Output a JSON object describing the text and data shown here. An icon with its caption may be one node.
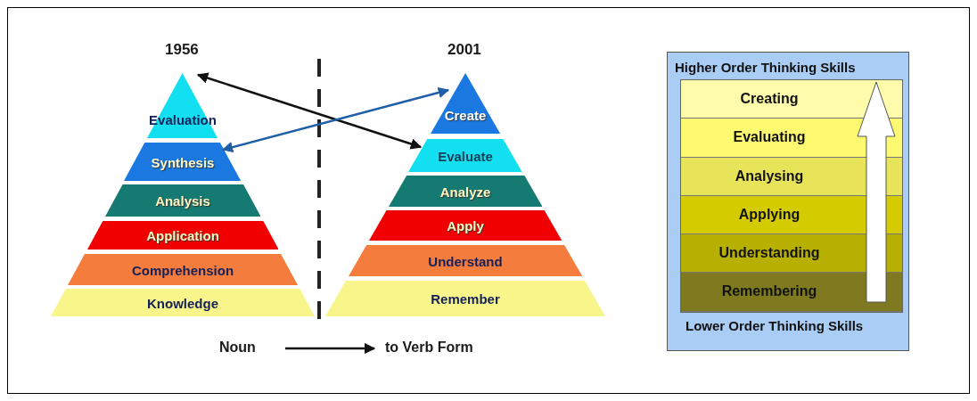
{
  "diagram": {
    "nodes": [
      {
        "text": [
          "1956"
        ]
      },
      {
        "text": [
          "Evaluation"
        ],
        "in": 0
      },
      {
        "text": [
          "Synthesis"
        ],
        "in": 0
      },
      {
        "text": [
          "Analysis"
        ],
        "in": 0
      },
      {
        "text": [
          "Application"
        ],
        "in": 0
      },
      {
        "text": [
          "Comprehension"
        ],
        "in": 0
      },
      {
        "text": [
          "Knowledge"
        ],
        "in": 0
      },
      {
        "text": [
          "2001"
        ]
      },
      {
        "text": [
          "Create"
        ],
        "in": 7
      },
      {
        "text": [
          "Evaluate"
        ],
        "in": 7
      },
      {
        "text": [
          "Analyze"
        ],
        "in": 7
      },
      {
        "text": [
          "Apply"
        ],
        "in": 7
      },
      {
        "text": [
          "Understand"
        ],
        "in": 7
      },
      {
        "text": [
          "Remember"
        ],
        "in": 7
      },
      {
        "text": [
          "Higher Order Thinking Skills",
          "Lower Order Thinking Skills"
        ]
      },
      {
        "text": [
          "Creating"
        ],
        "in": 14
      },
      {
        "text": [
          "Evaluating"
        ],
        "in": 14
      },
      {
        "text": [
          "Analysing"
        ],
        "in": 14
      },
      {
        "text": [
          "Applying"
        ],
        "in": 14
      },
      {
        "text": [
          "Understanding"
        ],
        "in": 14
      },
      {
        "text": [
          "Remembering"
        ],
        "in": 14
      },
      {
        "text": [
          "Noun"
        ]
      },
      {
        "text": [
          "to Verb Form"
        ]
      }
    ],
    "edges": [
      {
        "from": 1,
        "to": 9,
        "arrow": "both"
      },
      {
        "from": 2,
        "to": 8,
        "arrow": "both",
        "color": "#1f5fa8"
      },
      {
        "from": 21,
        "to": 22,
        "arrow": "to"
      },
      {
        "from": 20,
        "to": 15,
        "arrow": "to",
        "style": "thick",
        "color": "#ffffff"
      }
    ]
  }
}
